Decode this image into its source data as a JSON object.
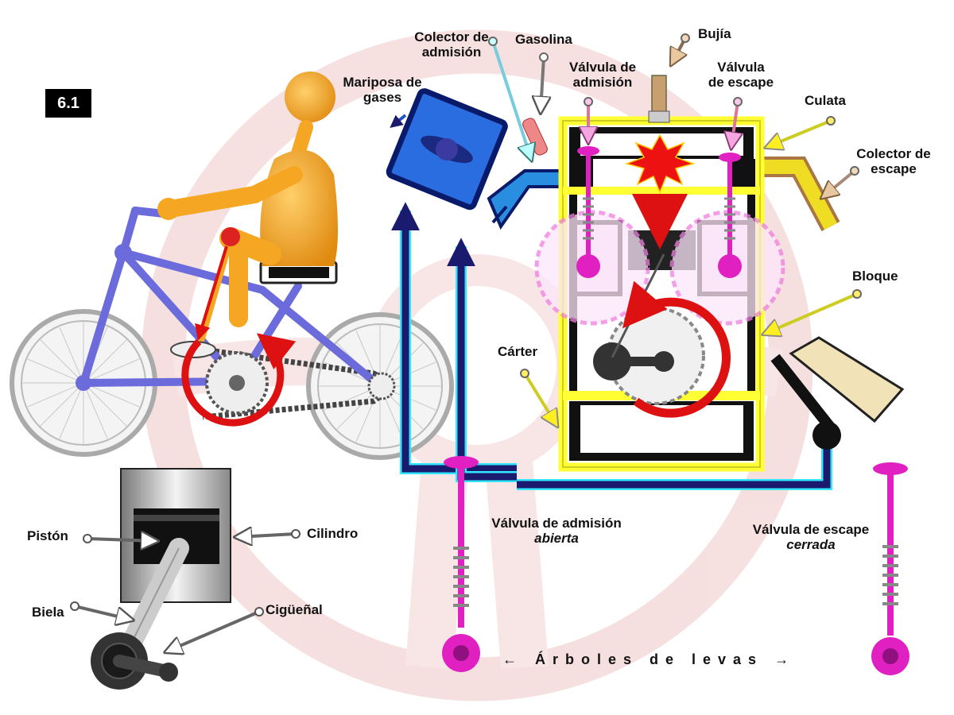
{
  "figure_number": "6.1",
  "labels": {
    "collector_admission": [
      "Colector de",
      "admisión"
    ],
    "gasoline": "Gasolina",
    "spark_plug": "Bujía",
    "throttle": [
      "Mariposa de",
      "gases"
    ],
    "intake_valve": [
      "Válvula de",
      "admisión"
    ],
    "exhaust_valve": [
      "Válvula",
      "de escape"
    ],
    "cylinder_head": "Culata",
    "exhaust_collector": [
      "Colector de",
      "escape"
    ],
    "block": "Bloque",
    "crankcase": "Cárter",
    "intake_open": [
      "Válvula de admisión",
      "abierta"
    ],
    "exhaust_closed": [
      "Válvula de escape",
      "cerrada"
    ],
    "piston": "Pistón",
    "cylinder": "Cilindro",
    "connecting_rod": "Biela",
    "crankshaft": "Cigüeñal",
    "camshafts": "← Árboles de levas →"
  },
  "colors": {
    "bike_frame": "#6b6bdc",
    "rider": "#f5a623",
    "engine_outline": "#ffff33",
    "valve": "#e020c0",
    "air_path": "#1a1a6e",
    "air_glow": "#33e6ff",
    "rotation_arrow": "#dd1111",
    "watermark": "#f0c8c8"
  }
}
